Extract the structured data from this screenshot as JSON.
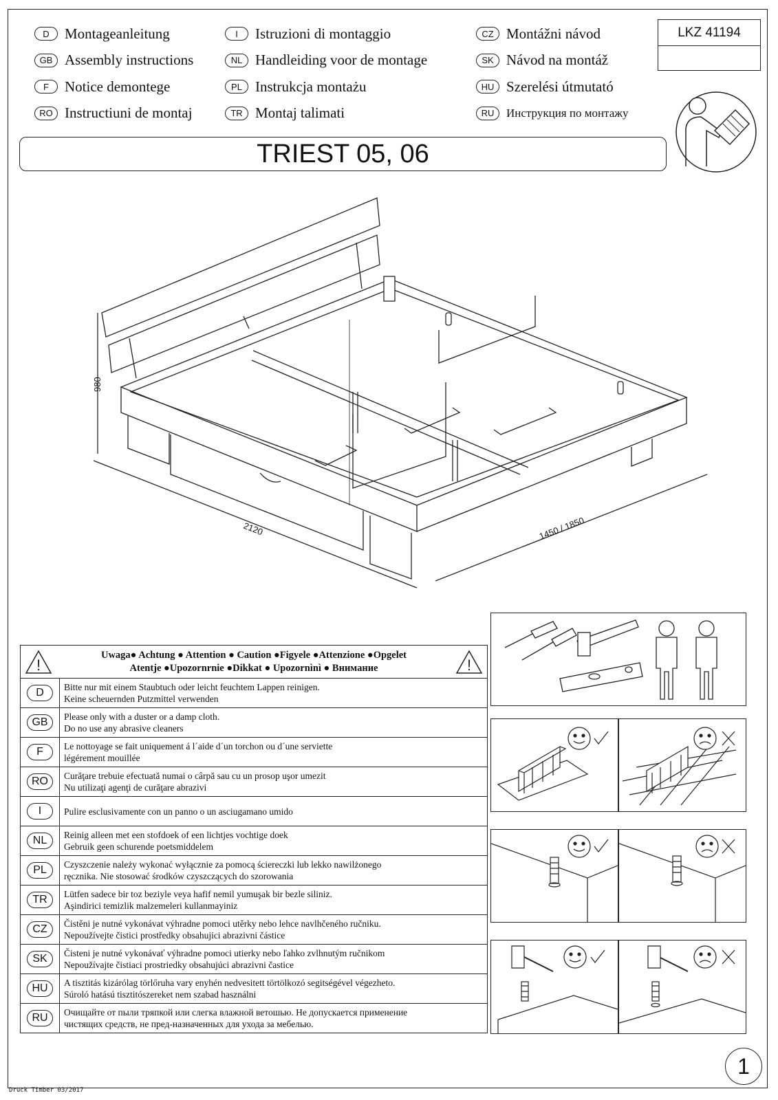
{
  "languages": {
    "col1": [
      {
        "code": "D",
        "text": "Montageanleitung"
      },
      {
        "code": "GB",
        "text": "Assembly instructions"
      },
      {
        "code": "F",
        "text": "Notice demontege"
      },
      {
        "code": "RO",
        "text": "Instructiuni de montaj"
      }
    ],
    "col2": [
      {
        "code": "I",
        "text": "Istruzioni di montaggio"
      },
      {
        "code": "NL",
        "text": "Handleiding voor de montage"
      },
      {
        "code": "PL",
        "text": "Instrukcja montażu"
      },
      {
        "code": "TR",
        "text": "Montaj talimati"
      }
    ],
    "col3": [
      {
        "code": "CZ",
        "text": "Montážni návod"
      },
      {
        "code": "SK",
        "text": "Návod na montáž"
      },
      {
        "code": "HU",
        "text": "Szerelési útmutató"
      },
      {
        "code": "RU",
        "text": "Инструкция по монтажу"
      }
    ]
  },
  "lkz": "LKZ 41194",
  "title": "TRIEST 05, 06",
  "dimensions": {
    "height": "980",
    "length": "2120",
    "width": "1450 / 1850"
  },
  "warning_header": {
    "line1": "Uwaga● Achtung ● Attention ● Caution ●Figyele ●Attenzione ●Opgelet",
    "line2": "Atentje ●Upozornrnie ●Dikkat ● Upozornìnì ● Внимание"
  },
  "care": [
    {
      "code": "D",
      "lines": [
        "Bitte nur mit einem Staubtuch oder leicht feuchtem Lappen reinigen.",
        "Keine scheuernden Putzmittel verwenden"
      ]
    },
    {
      "code": "GB",
      "lines": [
        "Please only with a duster or a damp cloth.",
        "Do no use any abrasive cleaners"
      ]
    },
    {
      "code": "F",
      "lines": [
        "Le nottoyage se fait uniquement á l´aide d´un torchon ou d´une serviette",
        "légérement mouillée"
      ]
    },
    {
      "code": "RO",
      "lines": [
        "Curăţare trebuie efectuată numai o cârpă sau cu un prosop uşor umezit",
        "Nu utilizaţi agenţi de curăţare abrazivi"
      ]
    },
    {
      "code": "I",
      "lines": [
        "Pulire esclusivamente con un panno o un asciugamano umido"
      ]
    },
    {
      "code": "NL",
      "lines": [
        "Reinig alleen met een stofdoek of een lichtjes vochtige doek",
        "Gebruik geen schurende poetsmiddelem"
      ]
    },
    {
      "code": "PL",
      "lines": [
        "Czyszczenie należy wykonać wyłącznie za pomocą ściereczki lub lekko nawilżonego",
        "ręcznika. Nie stosować środków czyszczących do szorowania"
      ]
    },
    {
      "code": "TR",
      "lines": [
        "Lütfen sadece bir toz beziyle veya hafif nemil yumuşak bir bezle siliniz.",
        "Aşindirici temizlik malzemeleri kullanmayiniz"
      ]
    },
    {
      "code": "CZ",
      "lines": [
        "Čistěni je nutné vykonávat výhradne pomoci utěrky nebo lehce navlhčeného ručniku.",
        "Nepoužívejte čistici prostředky obsahujici abrazivni částice"
      ]
    },
    {
      "code": "SK",
      "lines": [
        "Čisteni je nutné vykonávať výhradne pomoci utierky nebo ľahko zvlhnutým ručnikom",
        "Nepoužívajte čistiaci prostriedky obsahujúci abrazivni častice"
      ]
    },
    {
      "code": "HU",
      "lines": [
        "A tisztitás kizárólag törlőruha vary enyhén nedvesitett törtölkozó segitségével végezheto.",
        "Súroló hatású tisztitószereket nem szabad használni"
      ]
    },
    {
      "code": "RU",
      "lines": [
        "Очищайте от пыли тряпкой или слегка влажной ветошью. Не допускается применение",
        "чистящих средств, не пред-назначенных для ухода за мебелью."
      ]
    }
  ],
  "footer": "Druck Timber 03/2017",
  "page_number": "1",
  "icons": {
    "warning": "warning-triangle-icon",
    "reader": "read-instructions-icon",
    "ok": "smiley-check-icon",
    "bad": "frown-cross-icon"
  }
}
